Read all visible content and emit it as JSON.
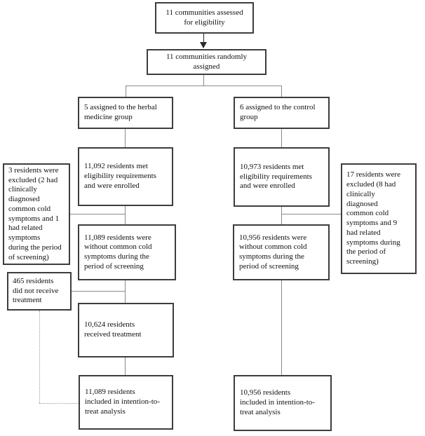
{
  "diagram_type": "randomization-flowchart",
  "colors": {
    "background": "#ffffff",
    "box_border": "#3d3d3d",
    "text": "#111111",
    "connector": "#8a8a8a",
    "arrow": "#2b2b2b",
    "dotted_connector": "#9a9a9a"
  },
  "nodes": {
    "assessed": {
      "text": "11 communities assessed\nfor eligibility"
    },
    "assigned": {
      "text": "11 communities randomly\nassigned"
    },
    "herbal_group": {
      "text": "5 assigned to the herbal\nmedicine group"
    },
    "control_group": {
      "text": "6 assigned to the control\ngroup"
    },
    "herbal_enrolled": {
      "text": "11,092 residents met\neligibility requirements\nand were enrolled"
    },
    "control_enrolled": {
      "text": "10,973 residents met\neligibility requirements\nand were enrolled"
    },
    "herbal_excluded": {
      "text": "3 residents were\nexcluded (2 had\nclinically\ndiagnosed\ncommon cold\nsymptoms and 1\nhad related\nsymptoms\nduring the period\nof screening)"
    },
    "control_excluded": {
      "text": "17 residents were\nexcluded (8 had\nclinically\ndiagnosed\ncommon cold\nsymptoms and 9\nhad related\nsymptoms during\nthe period of\nscreening)"
    },
    "herbal_without": {
      "text": "11,089 residents were\nwithout common cold\nsymptoms during the\nperiod of screening"
    },
    "control_without": {
      "text": "10,956 residents were\nwithout common cold\nsymptoms during the\nperiod of screening"
    },
    "not_treated": {
      "text": "465 residents\ndid not receive\ntreatment"
    },
    "treated": {
      "text": "10,624 residents\nreceived treatment"
    },
    "herbal_itt": {
      "text": "11,089 residents\nincluded in intention-to-\ntreat analysis"
    },
    "control_itt": {
      "text": "10,956 residents\nincluded in intention-to-\ntreat analysis"
    }
  },
  "edges": [
    {
      "from": "assessed",
      "to": "assigned",
      "style": "solid-arrow"
    },
    {
      "from": "assigned",
      "to": "herbal_group",
      "style": "solid"
    },
    {
      "from": "assigned",
      "to": "control_group",
      "style": "solid"
    },
    {
      "from": "herbal_group",
      "to": "herbal_enrolled",
      "style": "solid"
    },
    {
      "from": "control_group",
      "to": "control_enrolled",
      "style": "solid"
    },
    {
      "from": "herbal_enrolled",
      "to": "herbal_without",
      "style": "solid"
    },
    {
      "from": "control_enrolled",
      "to": "control_without",
      "style": "solid"
    },
    {
      "from": "herbal_excluded",
      "to": "herbal_enrolled",
      "style": "solid-branch"
    },
    {
      "from": "control_excluded",
      "to": "control_enrolled",
      "style": "solid-branch"
    },
    {
      "from": "herbal_without",
      "to": "treated",
      "style": "solid"
    },
    {
      "from": "not_treated",
      "to": "herbal_without",
      "style": "solid-branch"
    },
    {
      "from": "treated",
      "to": "herbal_itt",
      "style": "solid"
    },
    {
      "from": "control_without",
      "to": "control_itt",
      "style": "solid"
    },
    {
      "from": "not_treated",
      "to": "herbal_itt",
      "style": "dotted"
    }
  ]
}
